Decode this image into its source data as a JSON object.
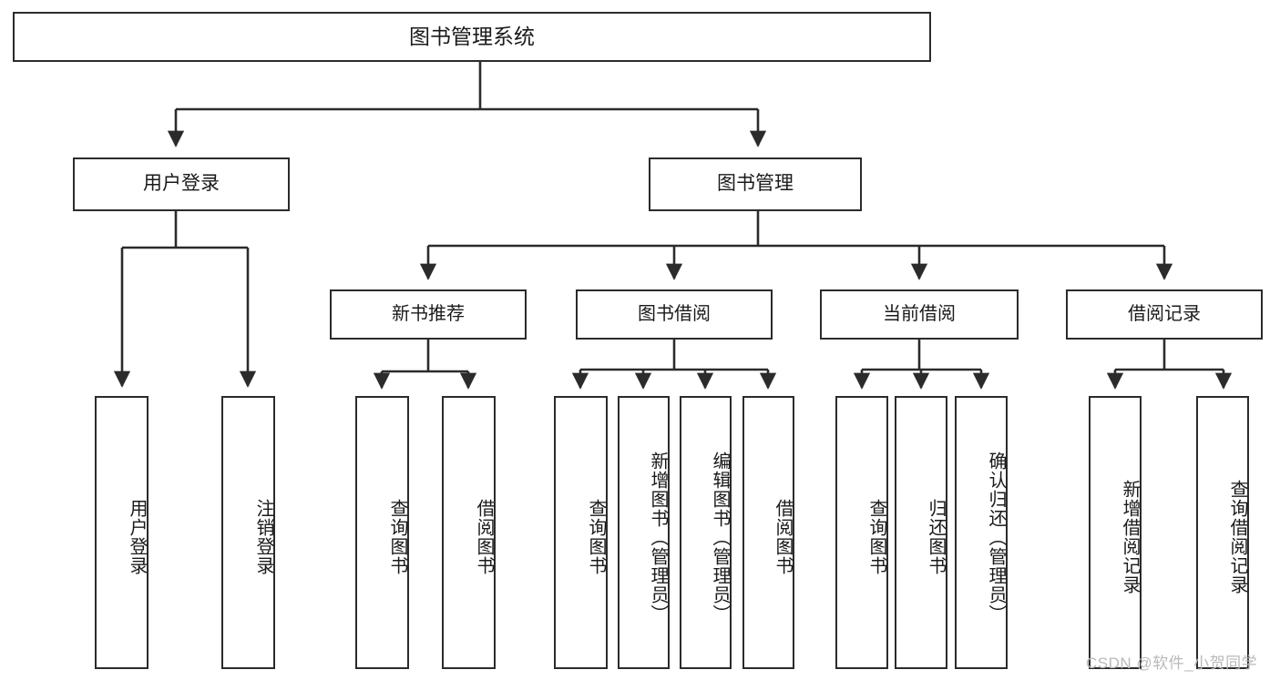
{
  "diagram": {
    "title": "图书管理系统",
    "type": "functional-hierarchy-tree",
    "root": {
      "label": "图书管理系统"
    },
    "level1": [
      {
        "id": "user-login",
        "label": "用户登录"
      },
      {
        "id": "book-manage",
        "label": "图书管理"
      }
    ],
    "level2": [
      {
        "id": "new-book-rec",
        "label": "新书推荐",
        "parent": "book-manage"
      },
      {
        "id": "book-borrow",
        "label": "图书借阅",
        "parent": "book-manage"
      },
      {
        "id": "current-borrow",
        "label": "当前借阅",
        "parent": "book-manage"
      },
      {
        "id": "borrow-record",
        "label": "借阅记录",
        "parent": "book-manage"
      }
    ],
    "leaves": [
      {
        "id": "leaf-user-login",
        "label": "用户登录",
        "parent": "user-login"
      },
      {
        "id": "leaf-logout",
        "label": "注销登录",
        "parent": "user-login"
      },
      {
        "id": "leaf-query-book-rec",
        "label": "查询图书",
        "parent": "new-book-rec"
      },
      {
        "id": "leaf-borrow-book-rec",
        "label": "借阅图书",
        "parent": "new-book-rec"
      },
      {
        "id": "leaf-query-book-borrow",
        "label": "查询图书",
        "parent": "book-borrow"
      },
      {
        "id": "leaf-add-book",
        "label": "新增图书（管理员）",
        "parent": "book-borrow"
      },
      {
        "id": "leaf-edit-book",
        "label": "编辑图书（管理员）",
        "parent": "book-borrow"
      },
      {
        "id": "leaf-borrow-book",
        "label": "借阅图书",
        "parent": "book-borrow"
      },
      {
        "id": "leaf-query-book-cur",
        "label": "查询图书",
        "parent": "current-borrow"
      },
      {
        "id": "leaf-return-book",
        "label": "归还图书",
        "parent": "current-borrow"
      },
      {
        "id": "leaf-confirm-return",
        "label": "确认归还（管理员）",
        "parent": "current-borrow"
      },
      {
        "id": "leaf-add-record",
        "label": "新增借阅记录",
        "parent": "borrow-record"
      },
      {
        "id": "leaf-query-record",
        "label": "查询借阅记录",
        "parent": "borrow-record"
      }
    ]
  },
  "watermark": {
    "text": "CSDN @软件_小贺同学"
  },
  "colors": {
    "line": "#2b2b2b",
    "box_fill": "#ffffff",
    "text": "#1a1a1a",
    "watermark": "#b9b9b9"
  }
}
